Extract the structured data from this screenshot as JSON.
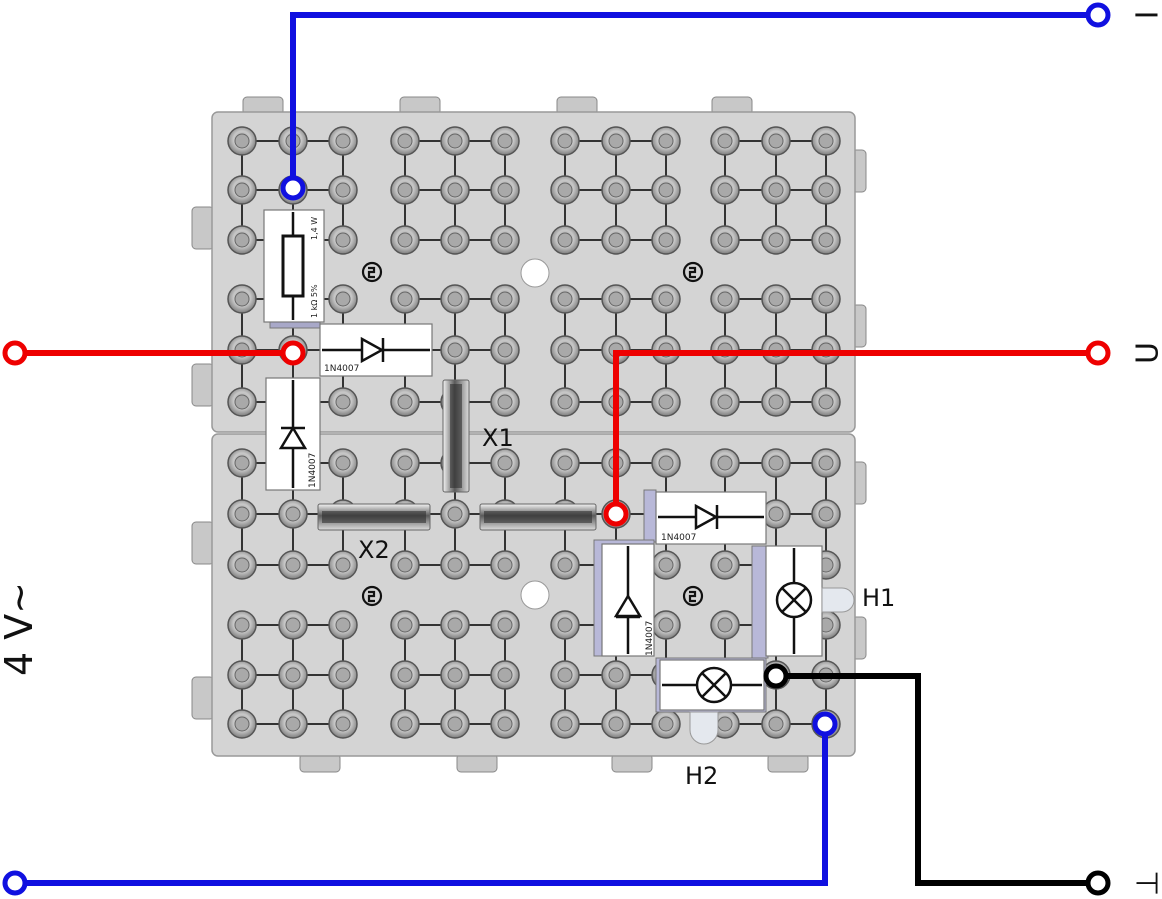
{
  "supply": {
    "label": "4 V~"
  },
  "terminals": {
    "current": "I",
    "voltage": "U",
    "ground": "⊥"
  },
  "components": {
    "resistor": {
      "power": "1,4 W",
      "value": "1 kΩ  5%"
    },
    "diode_type": "1N4007",
    "x1": "X1",
    "x2": "X2",
    "h1": "H1",
    "h2": "H2"
  },
  "colors": {
    "current_wire": "#1010e0",
    "voltage_wire": "#ee0000",
    "ground_wire": "#000000",
    "board": "#d4d4d4"
  }
}
